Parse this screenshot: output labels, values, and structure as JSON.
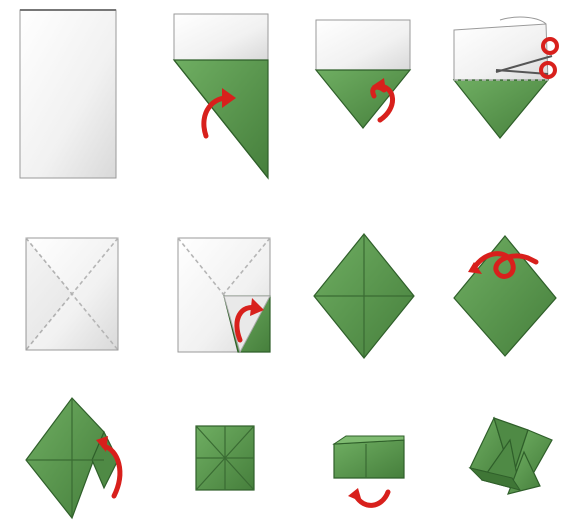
{
  "diagram": {
    "steps": [
      {
        "icon": "blank-rectangle-paper"
      },
      {
        "icon": "fold-corner-down-triangle"
      },
      {
        "icon": "folded-triangle"
      },
      {
        "icon": "cut-off-strip-scissors"
      },
      {
        "icon": "unfolded-square-with-x-creases"
      },
      {
        "icon": "fold-corner-to-center"
      },
      {
        "icon": "green-diamond-with-crease-cross"
      },
      {
        "icon": "flip-over-diamond"
      },
      {
        "icon": "fold-side-points-in"
      },
      {
        "icon": "green-square-with-radial-creases"
      },
      {
        "icon": "fold-in-half-flat"
      },
      {
        "icon": "finished-fortune-teller"
      }
    ],
    "colors": {
      "paper": "#f3f3f3",
      "green": "#5a9a4e",
      "green_dark": "#2f5f2a",
      "arrow_red": "#d8201c"
    }
  }
}
